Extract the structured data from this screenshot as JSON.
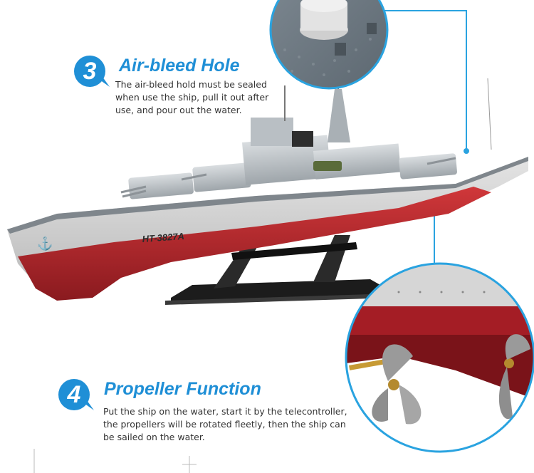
{
  "section3": {
    "number": "3",
    "title": "Air-bleed Hole",
    "lines": [
      "The air-bleed hold must be sealed",
      "when use the ship, pull it out after",
      "use, and pour out the water."
    ]
  },
  "section4": {
    "number": "4",
    "title": "Propeller Function",
    "lines": [
      "Put the ship on the water, start it by the telecontroller,",
      "the propellers will be rotated fleetly, then the ship can",
      "be sailed on the water."
    ]
  },
  "ship": {
    "hull_code": "HT-3827A"
  },
  "colors": {
    "accent": "#1f8fd6",
    "hull_red": "#b3242a",
    "hull_grey": "#c9c9c9",
    "deck": "#8f969c"
  }
}
